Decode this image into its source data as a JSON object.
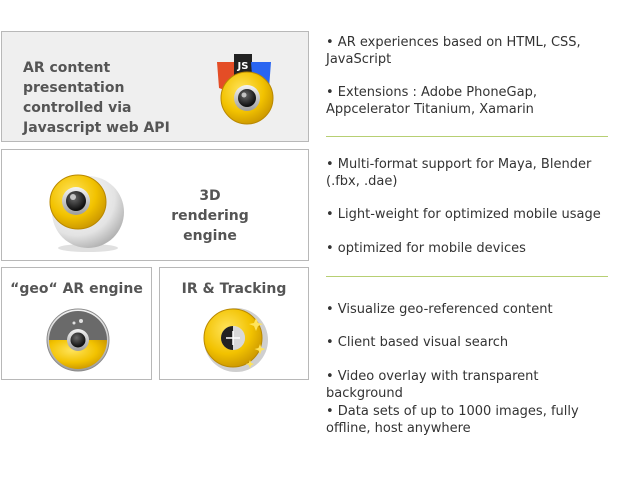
{
  "boxes": {
    "web_api": {
      "title": "AR content presentation controlled via Javascript web API",
      "badge": "JS"
    },
    "rendering": {
      "title": "3D rendering engine"
    },
    "geo": {
      "title": "“geo“ AR engine"
    },
    "ir": {
      "title": "IR & Tracking"
    }
  },
  "sections": [
    {
      "bullets": [
        "• AR experiences based on HTML, CSS, JavaScript",
        "• Extensions : Adobe PhoneGap, Appcelerator Titanium, Xamarin"
      ]
    },
    {
      "bullets": [
        "• Multi-format support for Maya, Blender (.fbx, .dae)",
        "• Light-weight for optimized mobile usage",
        "• optimized for mobile devices"
      ]
    },
    {
      "bullets": [
        "• Visualize geo-referenced content",
        "• Client based visual search",
        "• Video overlay with transparent background",
        "• Data sets of up to 1000 images,  fully offline, host anywhere"
      ]
    }
  ],
  "colors": {
    "accent_yellow": "#f2c200",
    "separator": "#b7cf73",
    "box_border": "#b8b8b8",
    "box_fill_top": "#efefef"
  }
}
